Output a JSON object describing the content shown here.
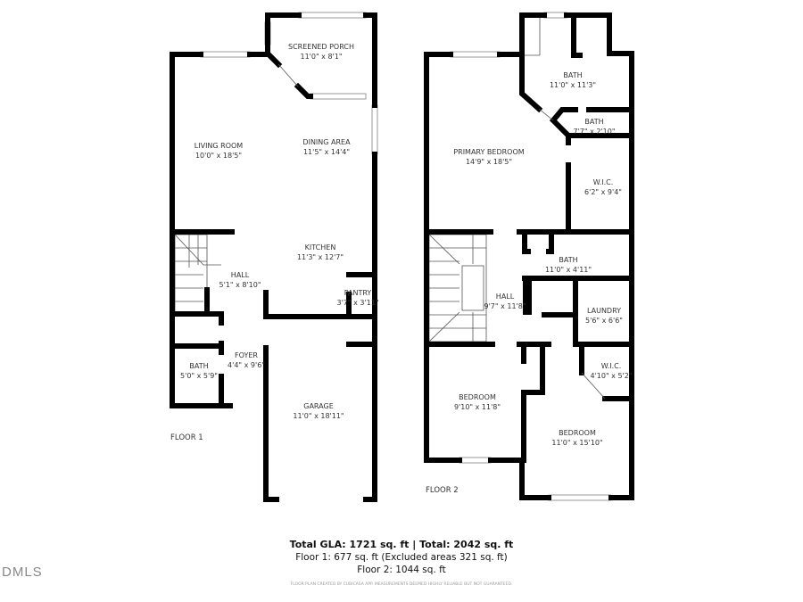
{
  "floor1": {
    "label": "FLOOR 1",
    "rooms": [
      {
        "name": "SCREENED PORCH",
        "size": "11'0\" x 8'1\""
      },
      {
        "name": "LIVING ROOM",
        "size": "10'0\" x 18'5\""
      },
      {
        "name": "DINING AREA",
        "size": "11'5\" x 14'4\""
      },
      {
        "name": "KITCHEN",
        "size": "11'3\" x 12'7\""
      },
      {
        "name": "HALL",
        "size": "5'1\" x 8'10\""
      },
      {
        "name": "PANTRY",
        "size": "3'7\" x 3'11\""
      },
      {
        "name": "FOYER",
        "size": "4'4\" x 9'6\""
      },
      {
        "name": "BATH",
        "size": "5'0\" x 5'9\""
      },
      {
        "name": "GARAGE",
        "size": "11'0\" x 18'11\""
      }
    ]
  },
  "floor2": {
    "label": "FLOOR 2",
    "rooms": [
      {
        "name": "BATH",
        "size": "11'0\" x 11'3\""
      },
      {
        "name": "BATH",
        "size": "7'7\" x 2'10\""
      },
      {
        "name": "PRIMARY BEDROOM",
        "size": "14'9\" x 18'5\""
      },
      {
        "name": "W.I.C.",
        "size": "6'2\" x 9'4\""
      },
      {
        "name": "BATH",
        "size": "11'0\" x 4'11\""
      },
      {
        "name": "HALL",
        "size": "9'7\" x 11'8\""
      },
      {
        "name": "LAUNDRY",
        "size": "5'6\" x 6'6\""
      },
      {
        "name": "W.I.C.",
        "size": "4'10\" x 5'2\""
      },
      {
        "name": "BEDROOM",
        "size": "9'10\" x 11'8\""
      },
      {
        "name": "BEDROOM",
        "size": "11'0\" x 15'10\""
      }
    ]
  },
  "summary": {
    "total": "Total GLA: 1721 sq. ft | Total: 2042 sq. ft",
    "floor1": "Floor 1: 677 sq. ft (Excluded areas 321 sq. ft)",
    "floor2": "Floor 2: 1044 sq. ft",
    "disclaimer": "FLOOR PLAN CREATED BY CUBICASA APP. MEASUREMENTS DEEMED HIGHLY RELIABLE BUT NOT GUARANTEED."
  },
  "logo": "DMLS"
}
